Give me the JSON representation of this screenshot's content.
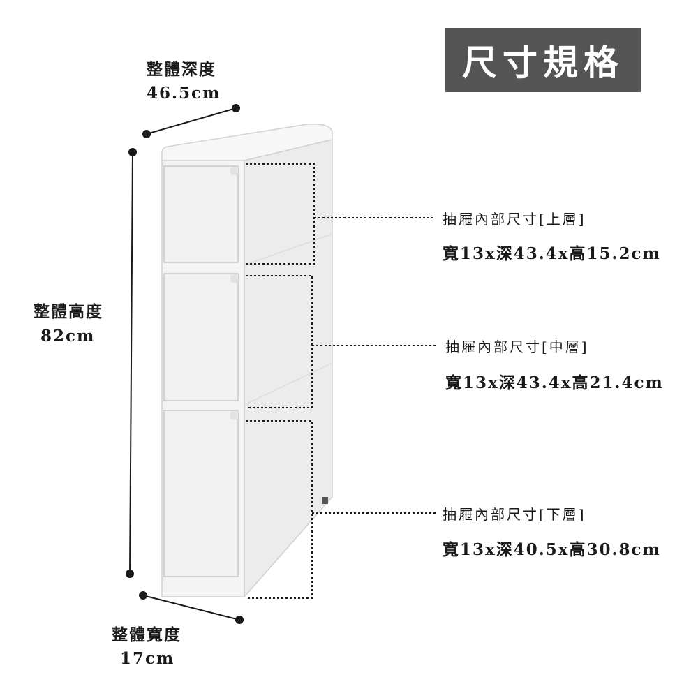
{
  "title": "尺寸規格",
  "overall": {
    "depth": {
      "label": "整體深度",
      "value": "46.5cm"
    },
    "height": {
      "label": "整體高度",
      "value": "82cm"
    },
    "width": {
      "label": "整體寬度",
      "value": "17cm"
    }
  },
  "drawers": [
    {
      "title": "抽屜內部尺寸[上層]",
      "value": "寬13x深43.4x高15.2cm"
    },
    {
      "title": "抽屜內部尺寸[中層]",
      "value": "寬13x深43.4x高21.4cm"
    },
    {
      "title": "抽屜內部尺寸[下層]",
      "value": "寬13x深40.5x高30.8cm"
    }
  ],
  "colors": {
    "title_bg": "#555555",
    "cabinet": "#f1f1f1",
    "line": "#1a1a1a"
  }
}
